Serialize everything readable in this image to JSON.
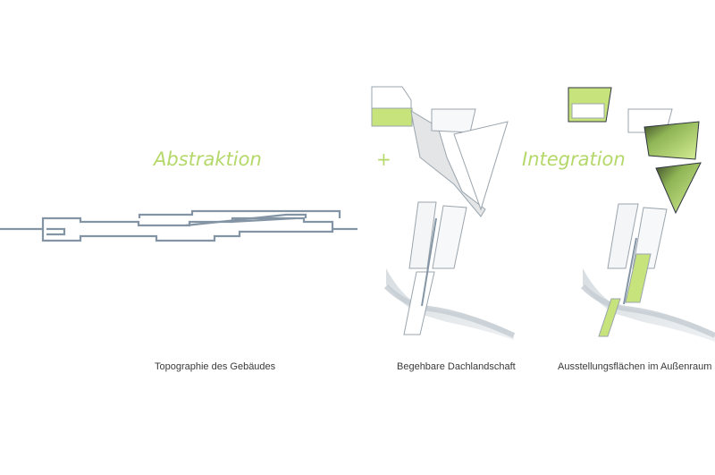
{
  "headings": {
    "abstraktion": "Abstraktion",
    "plus": "+",
    "integration": "Integration"
  },
  "captions": {
    "topographie": "Topographie des Gebäudes",
    "dachlandschaft": "Begehbare Dachlandschaft",
    "ausstellung": "Ausstellungsflächen im Außenraum"
  },
  "colors": {
    "accent": "#b5d86a",
    "green_fill": "#c6e37c",
    "line": "#8394a4",
    "plan_line": "#9aa4ad",
    "terrain": "#c4ccd2",
    "roof_fill": "#e3e5e7",
    "caption_text": "#3a3a3a"
  }
}
